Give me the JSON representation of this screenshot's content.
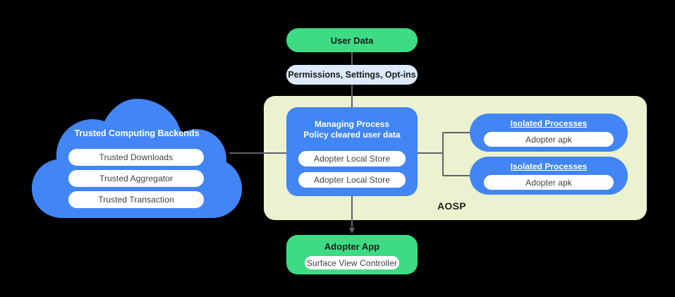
{
  "diagram": {
    "title": "AOSP adopter architecture",
    "colors": {
      "blue": "#4285F4",
      "green": "#3DDC84",
      "light_blue": "#DBEAFC",
      "pale_yellow": "#ECF2CF",
      "connector_gray": "#5F6368",
      "background": "#000000",
      "pill_white": "#FFFFFF"
    },
    "user_data": {
      "label": "User Data"
    },
    "permissions": {
      "label": "Permissions,  Settings, Opt-ins"
    },
    "cloud": {
      "title": "Trusted Computing Backends",
      "items": [
        {
          "label": "Trusted Downloads"
        },
        {
          "label": "Trusted Aggregator"
        },
        {
          "label": "Trusted Transaction"
        }
      ]
    },
    "aosp": {
      "label": "AOSP",
      "managing_process": {
        "title_line_1": "Managing Process",
        "title_line_2": "Policy cleared user data",
        "stores": [
          {
            "label": "Adopter Local Store"
          },
          {
            "label": "Adopter Local Store"
          }
        ]
      },
      "isolated_processes": [
        {
          "title": "Isolated Processes",
          "item": "Adopter apk"
        },
        {
          "title": "Isolated Processes",
          "item": "Adopter apk"
        }
      ]
    },
    "adopter_app": {
      "title": "Adopter App",
      "item": "Surface View Controller"
    }
  }
}
